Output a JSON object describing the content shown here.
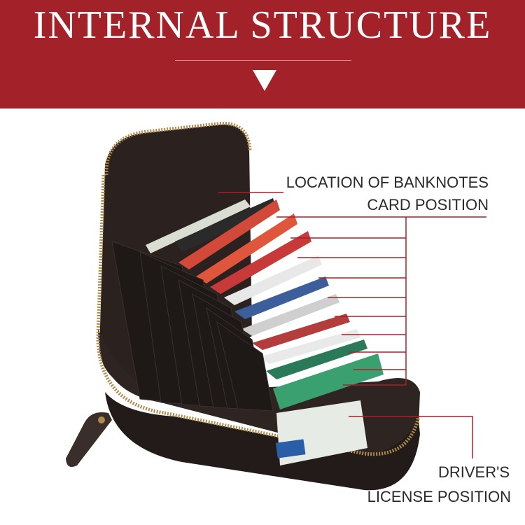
{
  "banner": {
    "title": "INTERNAL STRUCTURE",
    "background_color": "#a3222a",
    "arrow_icon": "down-triangle"
  },
  "callouts": {
    "banknotes_line1": "LOCATION OF BANKNOTES",
    "banknotes_line2": "CARD POSITION",
    "license_line1": "DRIVER'S",
    "license_line2": "LICENSE POSITION",
    "line_color": "#a3222a"
  },
  "photo": {
    "subject": "zip-around-wallet",
    "wallet_color": "#2b2220",
    "zipper_color": "#b08a4a"
  }
}
